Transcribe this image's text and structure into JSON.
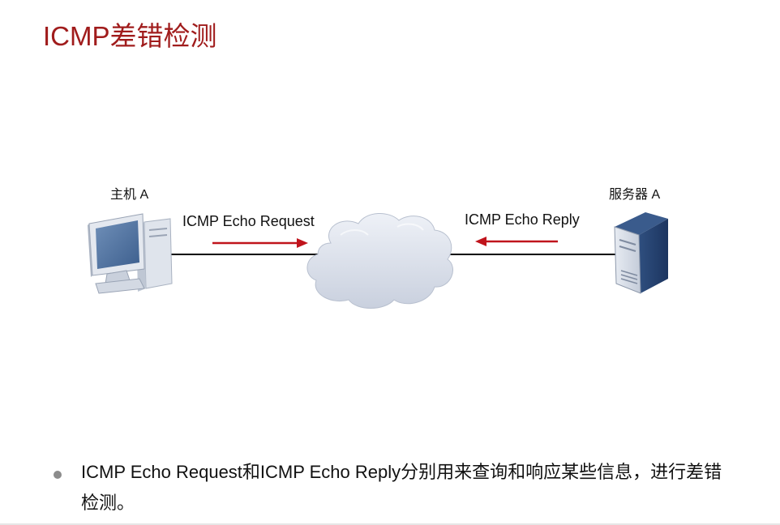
{
  "title": "ICMP差错检测",
  "diagram": {
    "host_label": "主机 A",
    "server_label": "服务器 A",
    "request_label": "ICMP Echo Request",
    "reply_label": "ICMP Echo Reply",
    "icons": {
      "host": "desktop-computer-icon",
      "server": "server-tower-icon",
      "network": "cloud-icon"
    },
    "colors": {
      "arrow": "#c0141c",
      "line": "#000000",
      "cloud": "#d7dde9"
    }
  },
  "bullets": [
    "ICMP Echo Request和ICMP Echo Reply分别用来查询和响应某些信息，进行差错检测。"
  ],
  "colors": {
    "title": "#a01c1c",
    "bullet": "#8c8c8c"
  }
}
